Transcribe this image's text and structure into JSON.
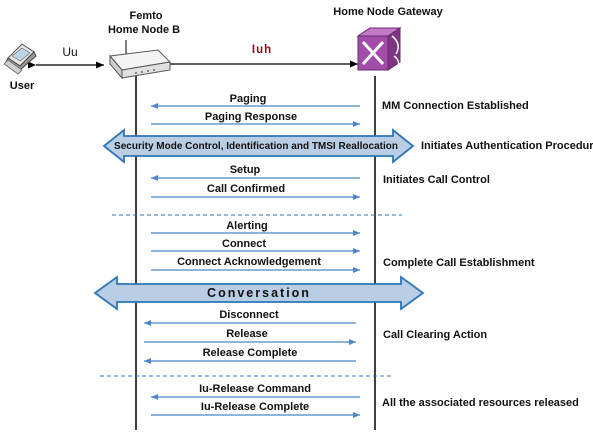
{
  "header": {
    "femto_line1": "Femto",
    "femto_line2": "Home Node B",
    "gateway": "Home Node  Gateway",
    "user": "User",
    "uu": "Uu",
    "iuh": "Iuh"
  },
  "messages": {
    "paging": "Paging",
    "paging_response": "Paging Response",
    "security": "Security Mode Control, Identification and TMSI Reallocation",
    "setup": "Setup",
    "call_confirmed": "Call Confirmed",
    "alerting": "Alerting",
    "connect": "Connect",
    "connect_ack": "Connect Acknowledgement",
    "conversation": "Conversation",
    "disconnect": "Disconnect",
    "release": "Release",
    "release_complete": "Release Complete",
    "iu_release_command": "Iu-Release Command",
    "iu_release_complete": "Iu-Release Complete"
  },
  "notes": {
    "mm_connection": "MM Connection Established",
    "auth": "Initiates Authentication Procedure",
    "call_control": "Initiates Call Control",
    "complete_call": "Complete Call Establishment",
    "clearing": "Call Clearing Action",
    "resources": "All the associated resources released"
  },
  "colors": {
    "arrow": "#4a86c8",
    "block_arrow_fill": "#b9cde5",
    "block_arrow_stroke": "#2e75b6",
    "dashed": "#2e75b6",
    "lifeline": "#000000",
    "gateway_cube": "#a04ca8",
    "iuh_text": "#8b0f1a"
  },
  "icons": [
    "phone-icon",
    "femto-device-icon",
    "gateway-cube-icon"
  ]
}
